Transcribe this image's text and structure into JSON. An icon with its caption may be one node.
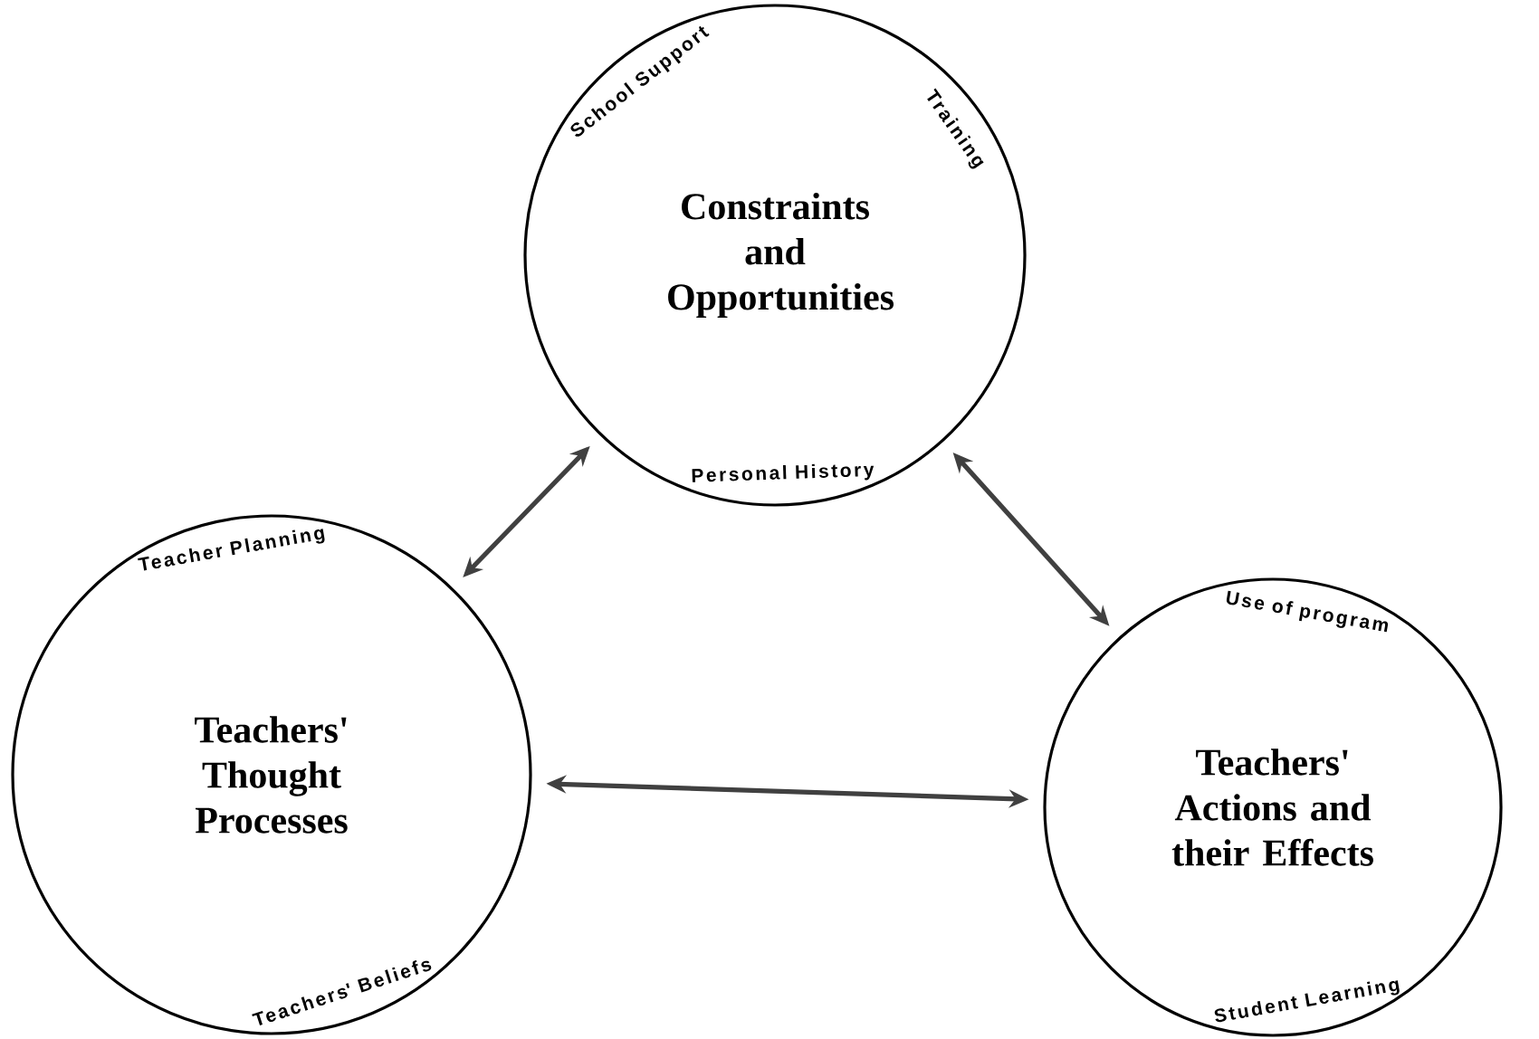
{
  "diagram": {
    "nodes": [
      {
        "text": [
          "Constraints and Opportunities",
          "School Support",
          "Training",
          "Personal History"
        ]
      },
      {
        "text": [
          "Teachers' Thought Processes",
          "Teacher Planning",
          "Teachers' Beliefs"
        ]
      },
      {
        "text": [
          "Teachers' Actions and their Effects",
          "Use of program",
          "Student Learning"
        ]
      }
    ],
    "edges": [
      {
        "from": 0,
        "to": 1,
        "arrow": "both"
      },
      {
        "from": 0,
        "to": 2,
        "arrow": "both"
      },
      {
        "from": 1,
        "to": 2,
        "arrow": "both"
      }
    ]
  }
}
